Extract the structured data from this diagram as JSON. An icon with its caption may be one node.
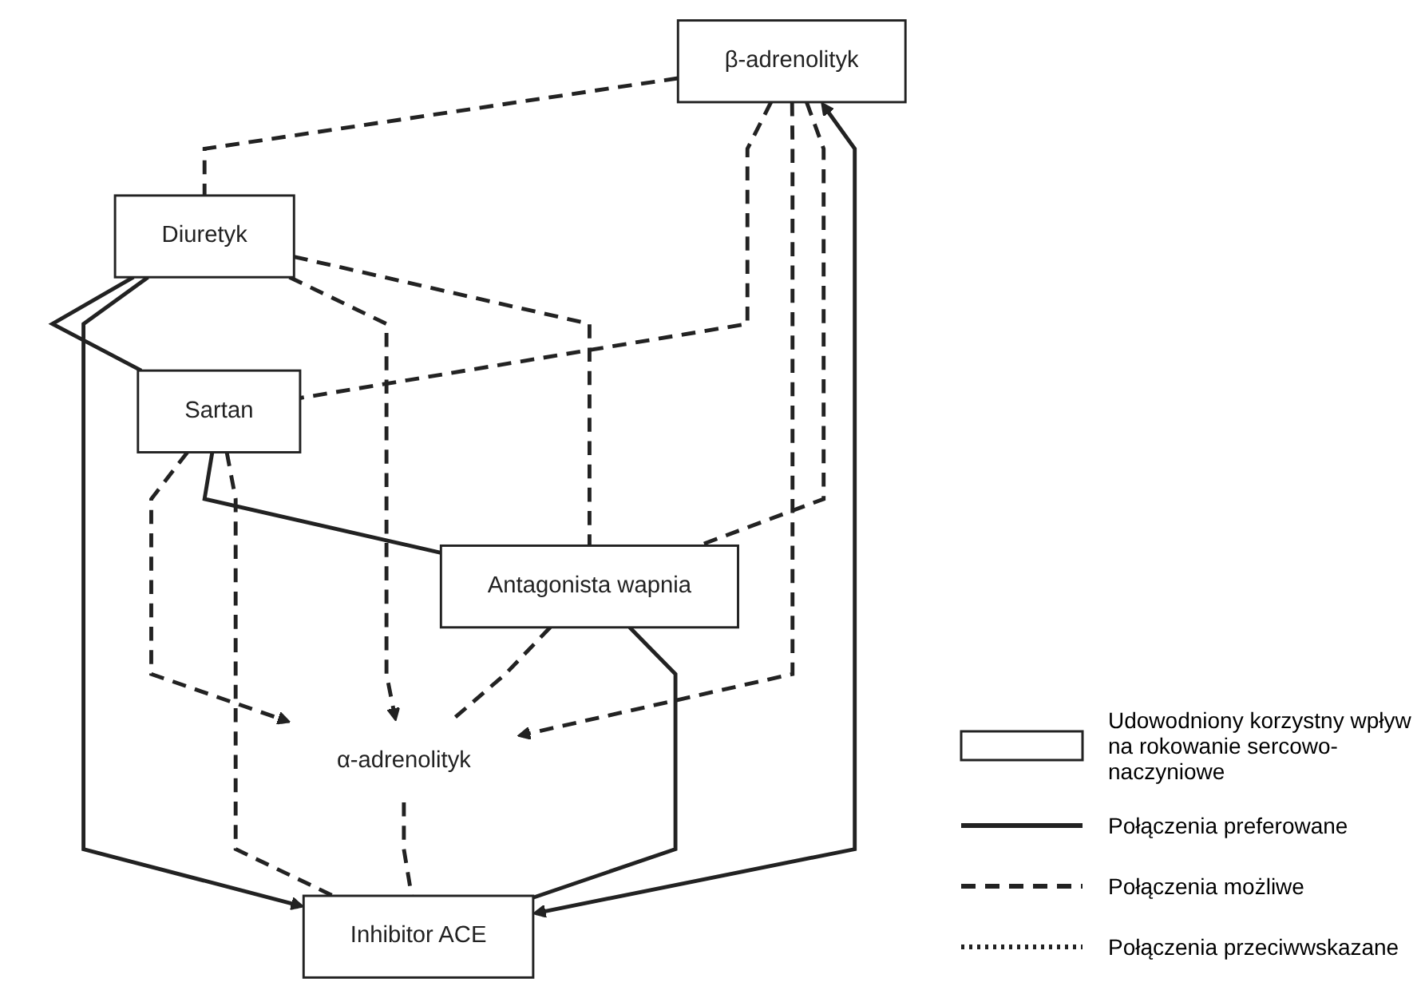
{
  "diagram": {
    "nodes": [
      {
        "text": [
          "Diuretyk"
        ]
      },
      {
        "text": [
          "β-adrenolityk"
        ]
      },
      {
        "text": [
          "Sartan"
        ]
      },
      {
        "text": [
          "Antagonista wapnia"
        ]
      },
      {
        "text": [
          "α-adrenolityk"
        ]
      },
      {
        "text": [
          "Inhibitor ACE"
        ]
      }
    ],
    "edges": [
      {
        "from": 1,
        "to": 0,
        "arrow": "none",
        "style": "dashed"
      },
      {
        "from": 0,
        "to": 2,
        "arrow": "none"
      },
      {
        "from": 0,
        "to": 5,
        "arrow": "to"
      },
      {
        "from": 0,
        "to": 4,
        "arrow": "to",
        "style": "dashed"
      },
      {
        "from": 0,
        "to": 3,
        "arrow": "none",
        "style": "dashed"
      },
      {
        "from": 1,
        "to": 2,
        "arrow": "none",
        "style": "dashed"
      },
      {
        "from": 1,
        "to": 4,
        "arrow": "to",
        "style": "dashed"
      },
      {
        "from": 1,
        "to": 3,
        "arrow": "none",
        "style": "dashed"
      },
      {
        "from": 1,
        "to": 5,
        "arrow": "both"
      },
      {
        "from": 2,
        "to": 4,
        "arrow": "to",
        "style": "dashed"
      },
      {
        "from": 2,
        "to": 3,
        "arrow": "none"
      },
      {
        "from": 2,
        "to": 5,
        "arrow": "none",
        "style": "dashed"
      },
      {
        "from": 3,
        "to": 4,
        "arrow": "none",
        "style": "dashed"
      },
      {
        "from": 3,
        "to": 5,
        "arrow": "none"
      },
      {
        "from": 4,
        "to": 5,
        "arrow": "none",
        "style": "dashed"
      }
    ],
    "legend": [
      {
        "text": "Udowodniony korzystny wpływ na rokowanie sercowo-naczyniowe"
      },
      {
        "text": "Połączenia preferowane"
      },
      {
        "text": "Połączenia możliwe"
      },
      {
        "text": "Połączenia przeciwwskazane"
      }
    ]
  }
}
